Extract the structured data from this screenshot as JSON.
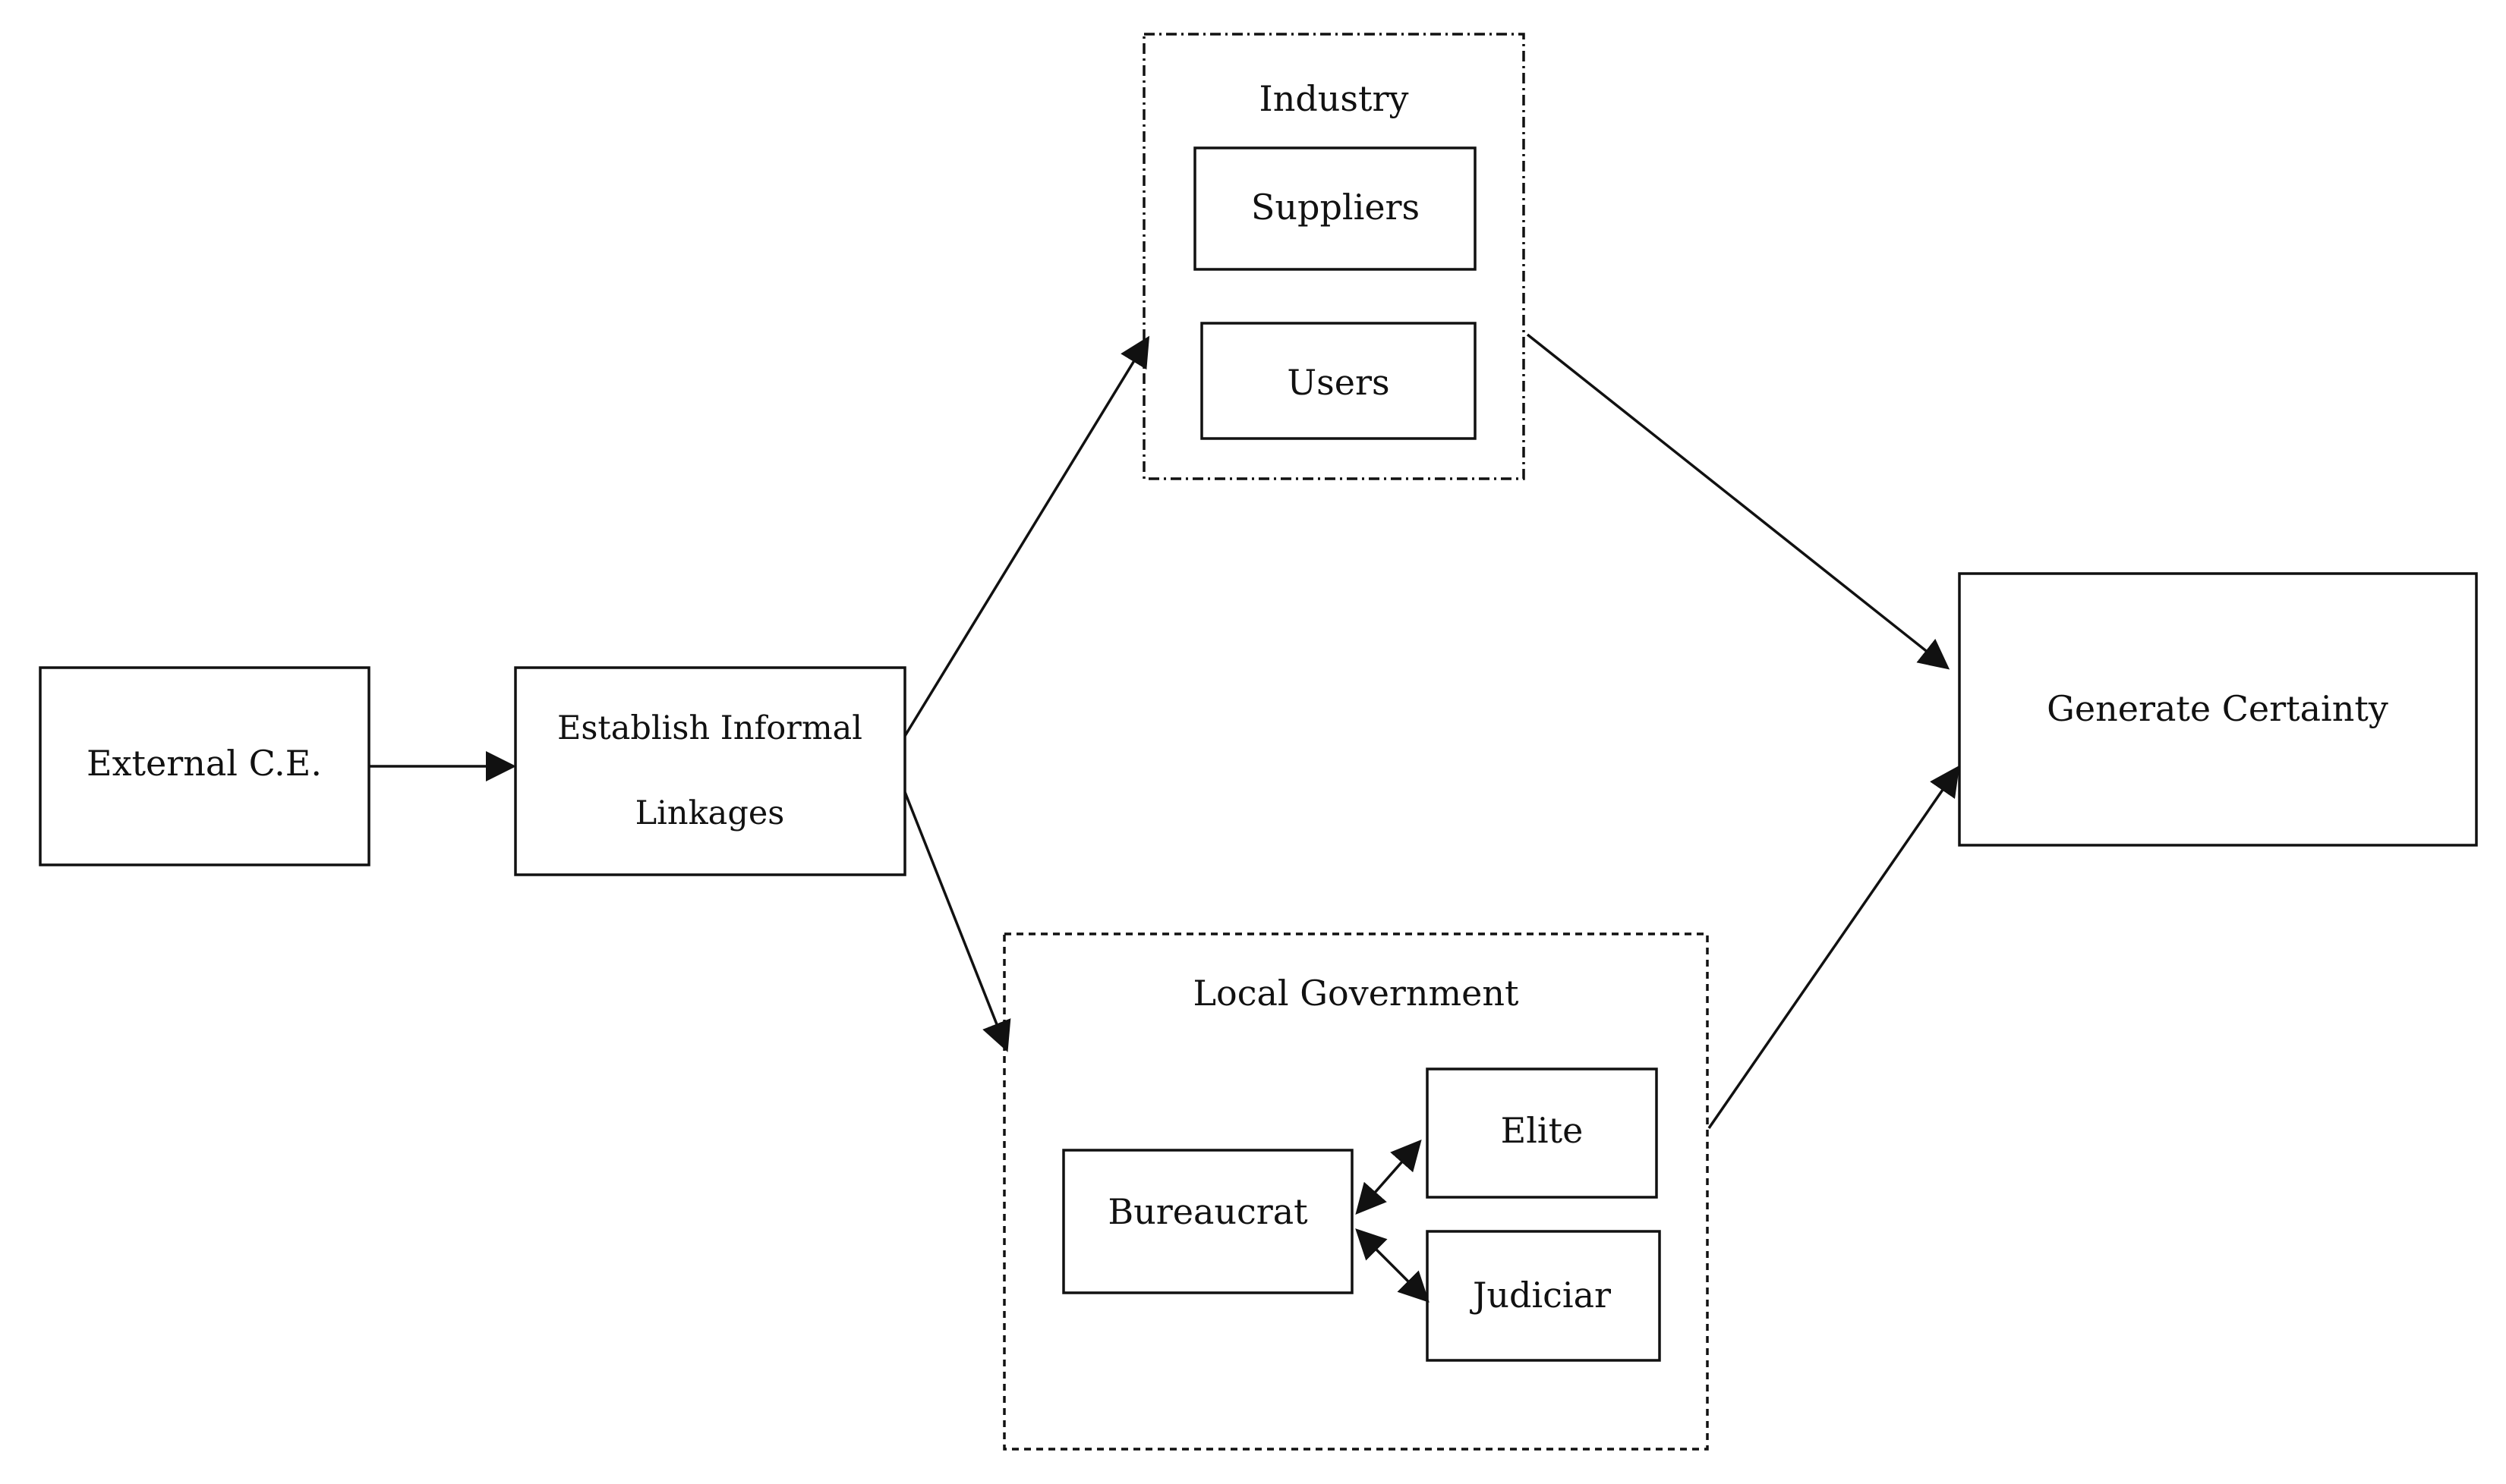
{
  "diagram": {
    "nodes": {
      "external": "External C.E.",
      "establish_line1": "Establish Informal",
      "establish_line2": "Linkages",
      "suppliers": "Suppliers",
      "users": "Users",
      "bureaucrat": "Bureaucrat",
      "elite": "Elite",
      "judiciar": "Judiciar",
      "generate": "Generate Certainty"
    },
    "groups": {
      "industry": "Industry",
      "local_government": "Local Government"
    },
    "edges": [
      {
        "from": "External C.E.",
        "to": "Establish Informal Linkages",
        "direction": "forward"
      },
      {
        "from": "Establish Informal Linkages",
        "to": "Industry",
        "direction": "forward"
      },
      {
        "from": "Establish Informal Linkages",
        "to": "Local Government",
        "direction": "forward"
      },
      {
        "from": "Industry",
        "to": "Generate Certainty",
        "direction": "forward"
      },
      {
        "from": "Local Government",
        "to": "Generate Certainty",
        "direction": "forward"
      },
      {
        "from": "Bureaucrat",
        "to": "Elite",
        "direction": "both"
      },
      {
        "from": "Bureaucrat",
        "to": "Judiciar",
        "direction": "both"
      }
    ],
    "colors": {
      "stroke": "#111111",
      "background": "#ffffff"
    }
  }
}
